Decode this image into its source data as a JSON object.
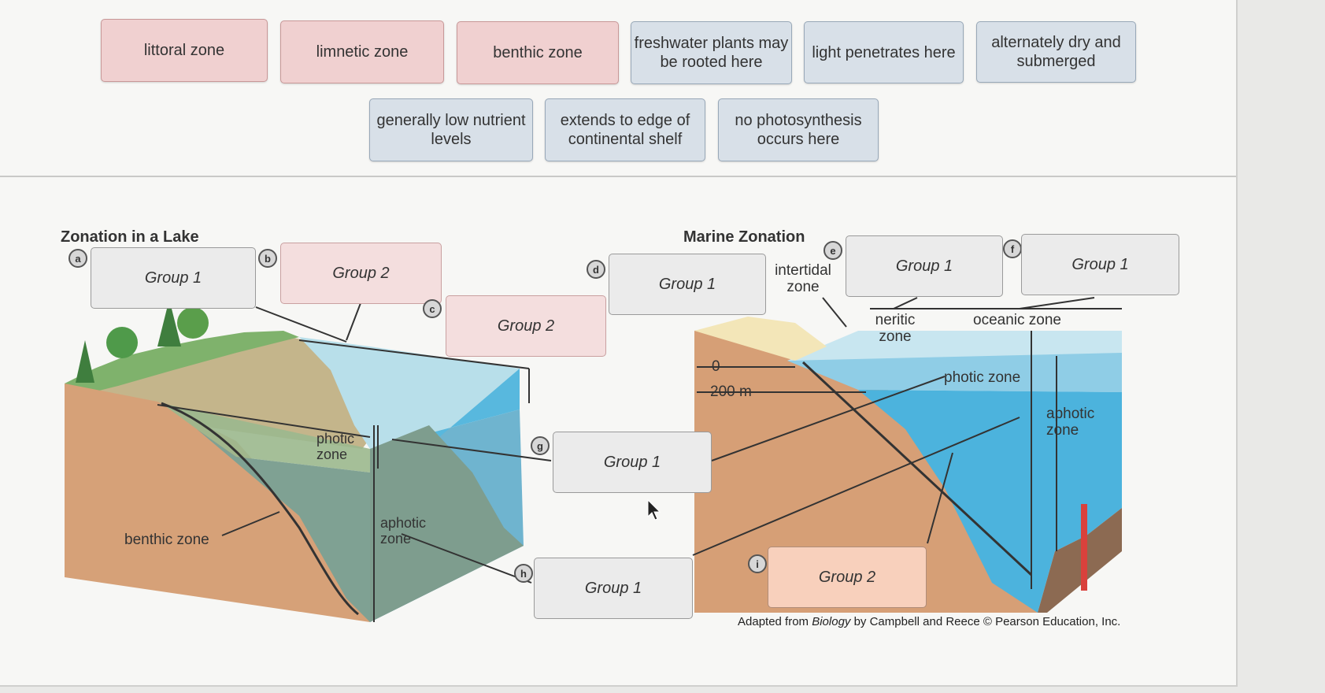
{
  "tiles": [
    {
      "text": "littoral zone",
      "group": "red"
    },
    {
      "text": "limnetic zone",
      "group": "red"
    },
    {
      "text": "benthic zone",
      "group": "red"
    },
    {
      "text": "freshwater plants may be rooted here",
      "group": "blue"
    },
    {
      "text": "light penetrates here",
      "group": "blue"
    },
    {
      "text": "alternately dry and submerged",
      "group": "blue"
    },
    {
      "text": "generally low nutrient levels",
      "group": "blue"
    },
    {
      "text": "extends to edge of continental shelf",
      "group": "blue"
    },
    {
      "text": "no photosynthesis occurs here",
      "group": "blue"
    }
  ],
  "lake": {
    "title": "Zonation in a Lake",
    "labels": {
      "photic": "photic zone",
      "aphotic": "aphotic zone",
      "benthic": "benthic zone"
    }
  },
  "marine": {
    "title": "Marine Zonation",
    "labels": {
      "intertidal": "intertidal zone",
      "neritic": "neritic zone",
      "oceanic": "oceanic zone",
      "photic": "photic zone",
      "aphotic": "aphotic zone",
      "depth0": "0",
      "depth200": "200 m"
    }
  },
  "drop_targets": [
    {
      "letter": "a",
      "text": "Group 1"
    },
    {
      "letter": "b",
      "text": "Group 2"
    },
    {
      "letter": "c",
      "text": "Group 2"
    },
    {
      "letter": "d",
      "text": "Group 1"
    },
    {
      "letter": "e",
      "text": "Group 1"
    },
    {
      "letter": "f",
      "text": "Group 1"
    },
    {
      "letter": "g",
      "text": "Group 1"
    },
    {
      "letter": "h",
      "text": "Group 1"
    },
    {
      "letter": "i",
      "text": "Group 2"
    }
  ],
  "credit": {
    "pre": "Adapted from ",
    "book": "Biology",
    "post": " by Campbell and Reece © Pearson Education, Inc."
  },
  "colors": {
    "red_tile": "#f0d0d0",
    "blue_tile": "#d8e0e8",
    "water": "#5bbce0",
    "land": "#d9a57a"
  }
}
